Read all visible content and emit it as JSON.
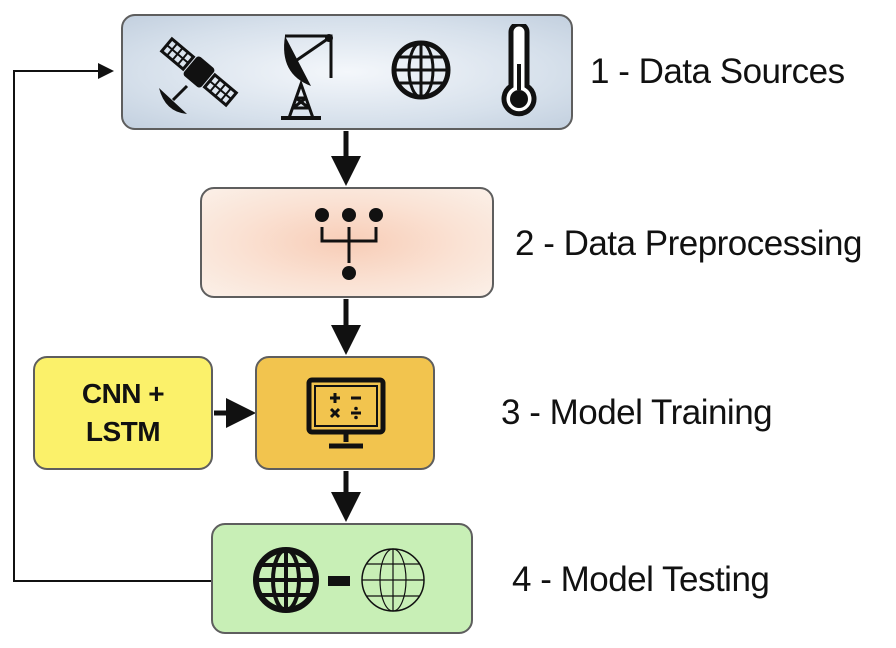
{
  "diagram": {
    "stages": [
      {
        "label": "1 - Data Sources",
        "icons": [
          "satellite-icon",
          "radar-dish-icon",
          "globe-icon",
          "thermometer-icon"
        ]
      },
      {
        "label": "2 - Data Preprocessing",
        "icons": [
          "merge-dots-icon"
        ]
      },
      {
        "label": "3 - Model Training",
        "icons": [
          "calculator-monitor-icon"
        ]
      },
      {
        "label": "4 - Model Testing",
        "icons": [
          "globe-bold-icon",
          "minus-icon",
          "globe-thin-icon"
        ]
      }
    ],
    "model_box": {
      "line1": "CNN +",
      "line2": "LSTM"
    },
    "colors": {
      "sources_fill": "#d6e0eb",
      "preprocessing_fill": "#fae2d4",
      "model_fill": "#fbf16a",
      "training_fill": "#f2c44e",
      "testing_fill": "#c8efb6",
      "border": "#5e5e5e",
      "arrow": "#111111"
    }
  }
}
